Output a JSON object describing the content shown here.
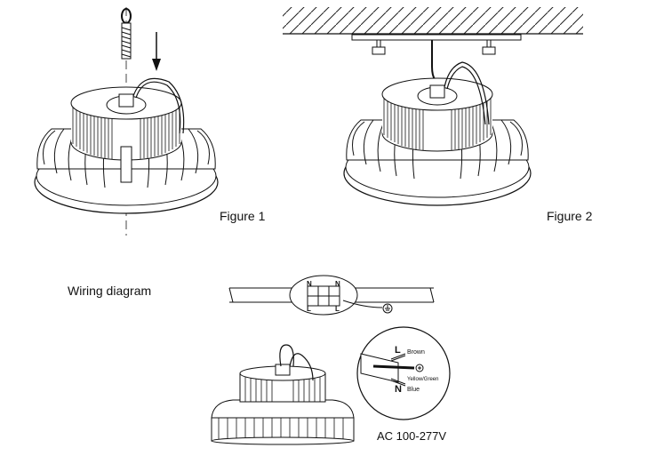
{
  "figure1": {
    "label": "Figure 1"
  },
  "figure2": {
    "label": "Figure 2"
  },
  "wiring": {
    "title": "Wiring diagram",
    "terminal_n_left": "N",
    "terminal_n_right": "N",
    "terminal_l_left": "L",
    "terminal_l_right": "L",
    "wire_l_letter": "L",
    "wire_l_color": "Brown",
    "wire_g_color": "Yellow/Green",
    "wire_n_letter": "N",
    "wire_n_color": "Blue",
    "voltage": "AC 100-277V"
  },
  "icons": [
    "hook-icon",
    "arrow-down-icon",
    "ground-icon",
    "bolt-icon"
  ]
}
